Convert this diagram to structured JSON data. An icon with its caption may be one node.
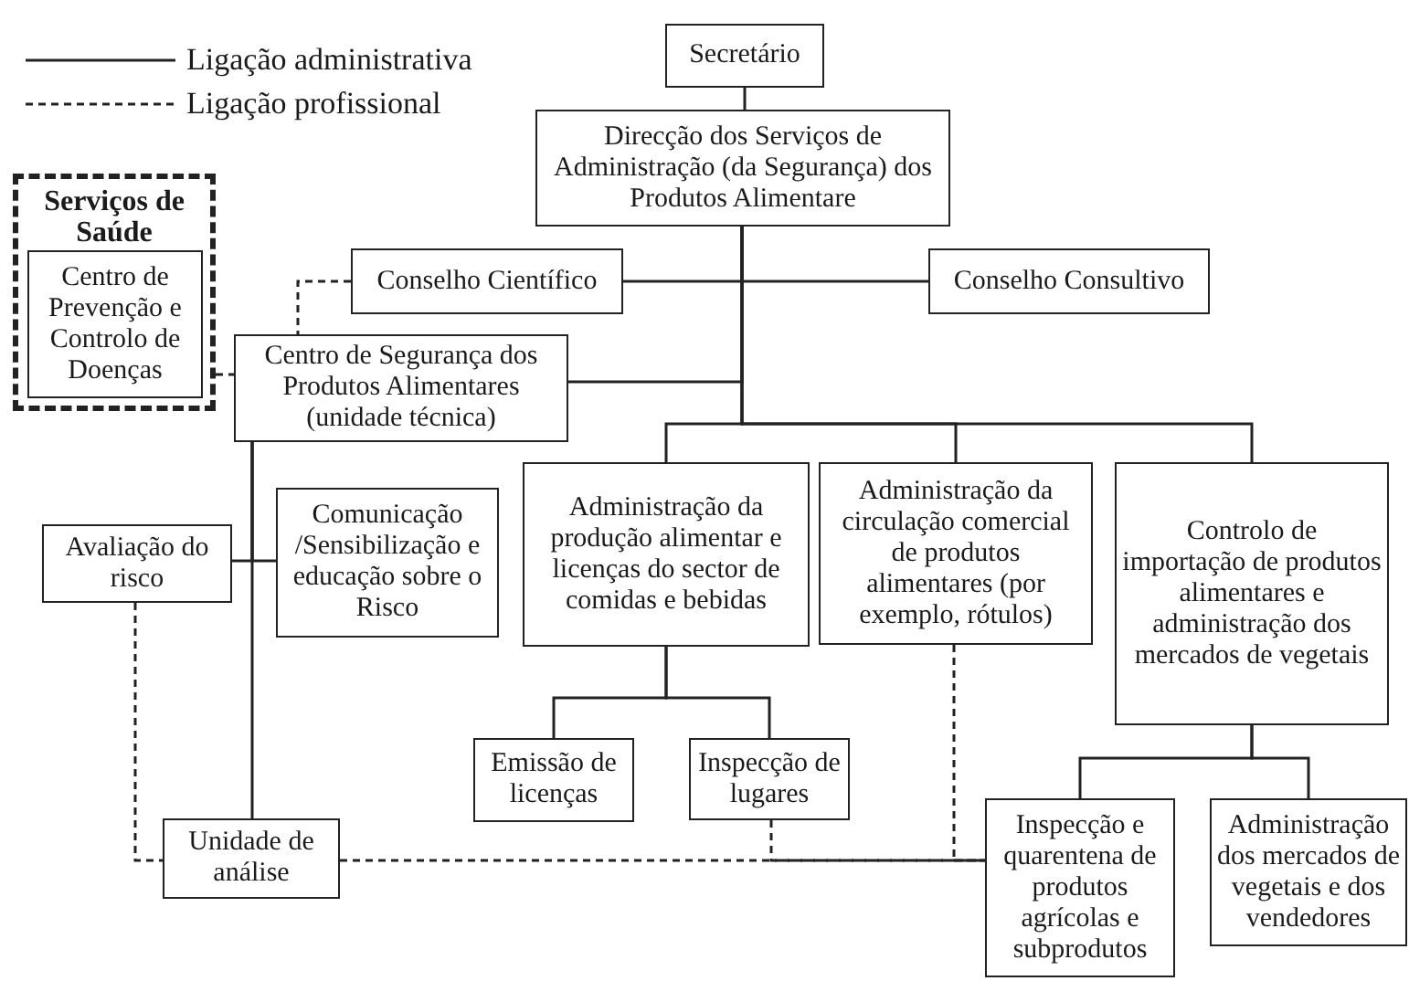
{
  "diagram": {
    "nodes": [
      {
        "text": [
          "Secretário"
        ]
      },
      {
        "text": [
          "Direcção dos Serviços de Administração (da Segurança) dos Produtos Alimentare"
        ]
      },
      {
        "text": [
          "Conselho Científico"
        ]
      },
      {
        "text": [
          "Conselho Consultivo"
        ]
      },
      {
        "text": [
          "Serviços de Saúde"
        ]
      },
      {
        "text": [
          "Centro de Prevenção e Controlo de Doenças"
        ],
        "in": 4
      },
      {
        "text": [
          "Centro de Segurança dos Produtos Alimentares (unidade técnica)"
        ]
      },
      {
        "text": [
          "Avaliação do risco"
        ]
      },
      {
        "text": [
          "Comunicação /Sensibilização e educação sobre o Risco"
        ]
      },
      {
        "text": [
          "Administração da produção alimentar e licenças do sector de comidas e bebidas"
        ]
      },
      {
        "text": [
          "Administração da circulação comercial de produtos alimentares (por exemplo, rótulos)"
        ]
      },
      {
        "text": [
          "Controlo de importação de produtos alimentares e administração dos mercados de vegetais"
        ]
      },
      {
        "text": [
          "Emissão de licenças"
        ]
      },
      {
        "text": [
          "Inspecção de lugares"
        ]
      },
      {
        "text": [
          "Unidade de análise"
        ]
      },
      {
        "text": [
          "Inspecção e quarentena de produtos agrícolas e subprodutos"
        ]
      },
      {
        "text": [
          "Administração dos mercados de vegetais e dos vendedores"
        ]
      }
    ],
    "edges": [
      {
        "from": 0,
        "to": 1,
        "arrow": "none"
      },
      {
        "from": 1,
        "to": 2,
        "arrow": "none"
      },
      {
        "from": 1,
        "to": 3,
        "arrow": "none"
      },
      {
        "from": 1,
        "to": 6,
        "arrow": "none"
      },
      {
        "from": 1,
        "to": 9,
        "arrow": "none"
      },
      {
        "from": 1,
        "to": 10,
        "arrow": "none"
      },
      {
        "from": 1,
        "to": 11,
        "arrow": "none"
      },
      {
        "from": 2,
        "to": 6,
        "arrow": "none",
        "style": "dashed"
      },
      {
        "from": 5,
        "to": 6,
        "arrow": "none",
        "style": "dashed"
      },
      {
        "from": 6,
        "to": 7,
        "arrow": "none"
      },
      {
        "from": 6,
        "to": 8,
        "arrow": "none"
      },
      {
        "from": 6,
        "to": 14,
        "arrow": "none"
      },
      {
        "from": 9,
        "to": 12,
        "arrow": "none"
      },
      {
        "from": 9,
        "to": 13,
        "arrow": "none"
      },
      {
        "from": 11,
        "to": 15,
        "arrow": "none"
      },
      {
        "from": 11,
        "to": 16,
        "arrow": "none"
      },
      {
        "from": 7,
        "to": 14,
        "arrow": "none",
        "style": "dashed"
      },
      {
        "from": 14,
        "to": 15,
        "arrow": "none",
        "style": "dashed"
      },
      {
        "from": 13,
        "to": 15,
        "arrow": "none",
        "style": "dashed"
      },
      {
        "from": 10,
        "to": 15,
        "arrow": "none",
        "style": "dashed"
      }
    ],
    "legend": [
      {
        "text": "Ligação administrativa"
      },
      {
        "text": "Ligação profissional"
      }
    ]
  }
}
